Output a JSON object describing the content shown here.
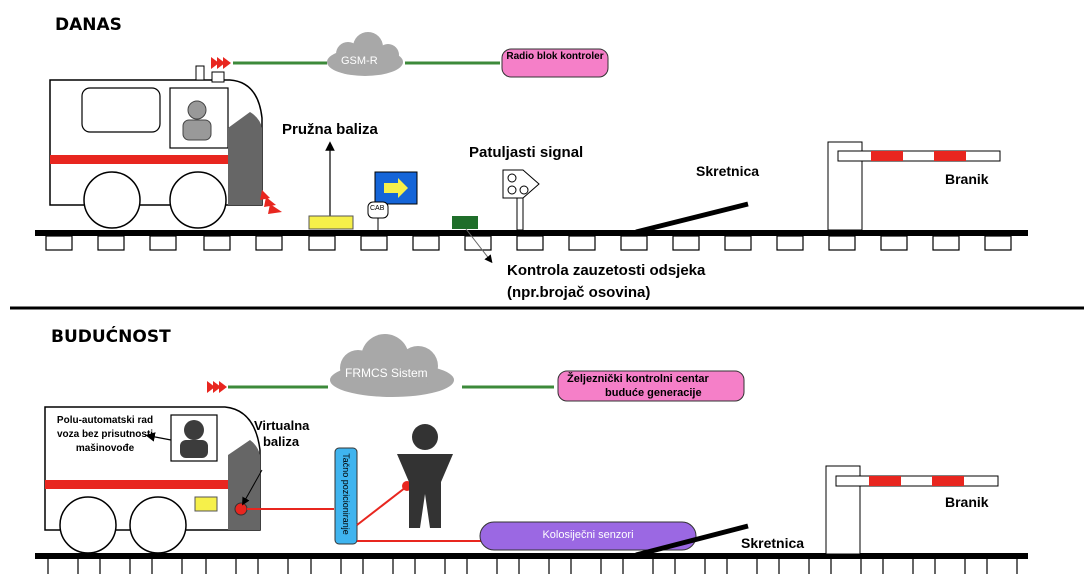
{
  "today": {
    "section_title": "DANAS",
    "gsm_cloud": "GSM-R",
    "radio_block": "Radio blok kontroler",
    "track_balise": "Pružna baliza",
    "dwarf_signal": "Patuljasti signal",
    "cab_marker": "CAB",
    "switch": "Skretnica",
    "level_crossing": "Branik",
    "occupancy_line1": "Kontrola zauzetosti odsjeka",
    "occupancy_line2": "(npr.brojač osovina)"
  },
  "future": {
    "section_title": "BUDUĆNOST",
    "frmcs_cloud": "FRMCS Sistem",
    "control_center_line1": "Željeznički kontrolni centar",
    "control_center_line2": "buduće generacije",
    "semi_auto": "Polu-automatski rad voza bez prisutnosti mašinovođe",
    "virtual_balise": "Virtualna baliza",
    "positioning": "Tačno pozicioniranje",
    "track_sensors": "Kolosiječni senzori",
    "switch": "Skretnica",
    "level_crossing": "Branik"
  },
  "colors": {
    "red_stripe": "#e8261f",
    "green_link": "#3c8a3a",
    "pink_box": "#f57fc8",
    "purple_sensor": "#9b68e3",
    "cyan_positioning": "#3fb4ef",
    "yellow_balise": "#f6f04a",
    "green_axle_counter": "#1f6e2a",
    "blue_sign": "#1565d8",
    "cloud_gray": "#a8a8a8",
    "dark_gray": "#666666"
  }
}
